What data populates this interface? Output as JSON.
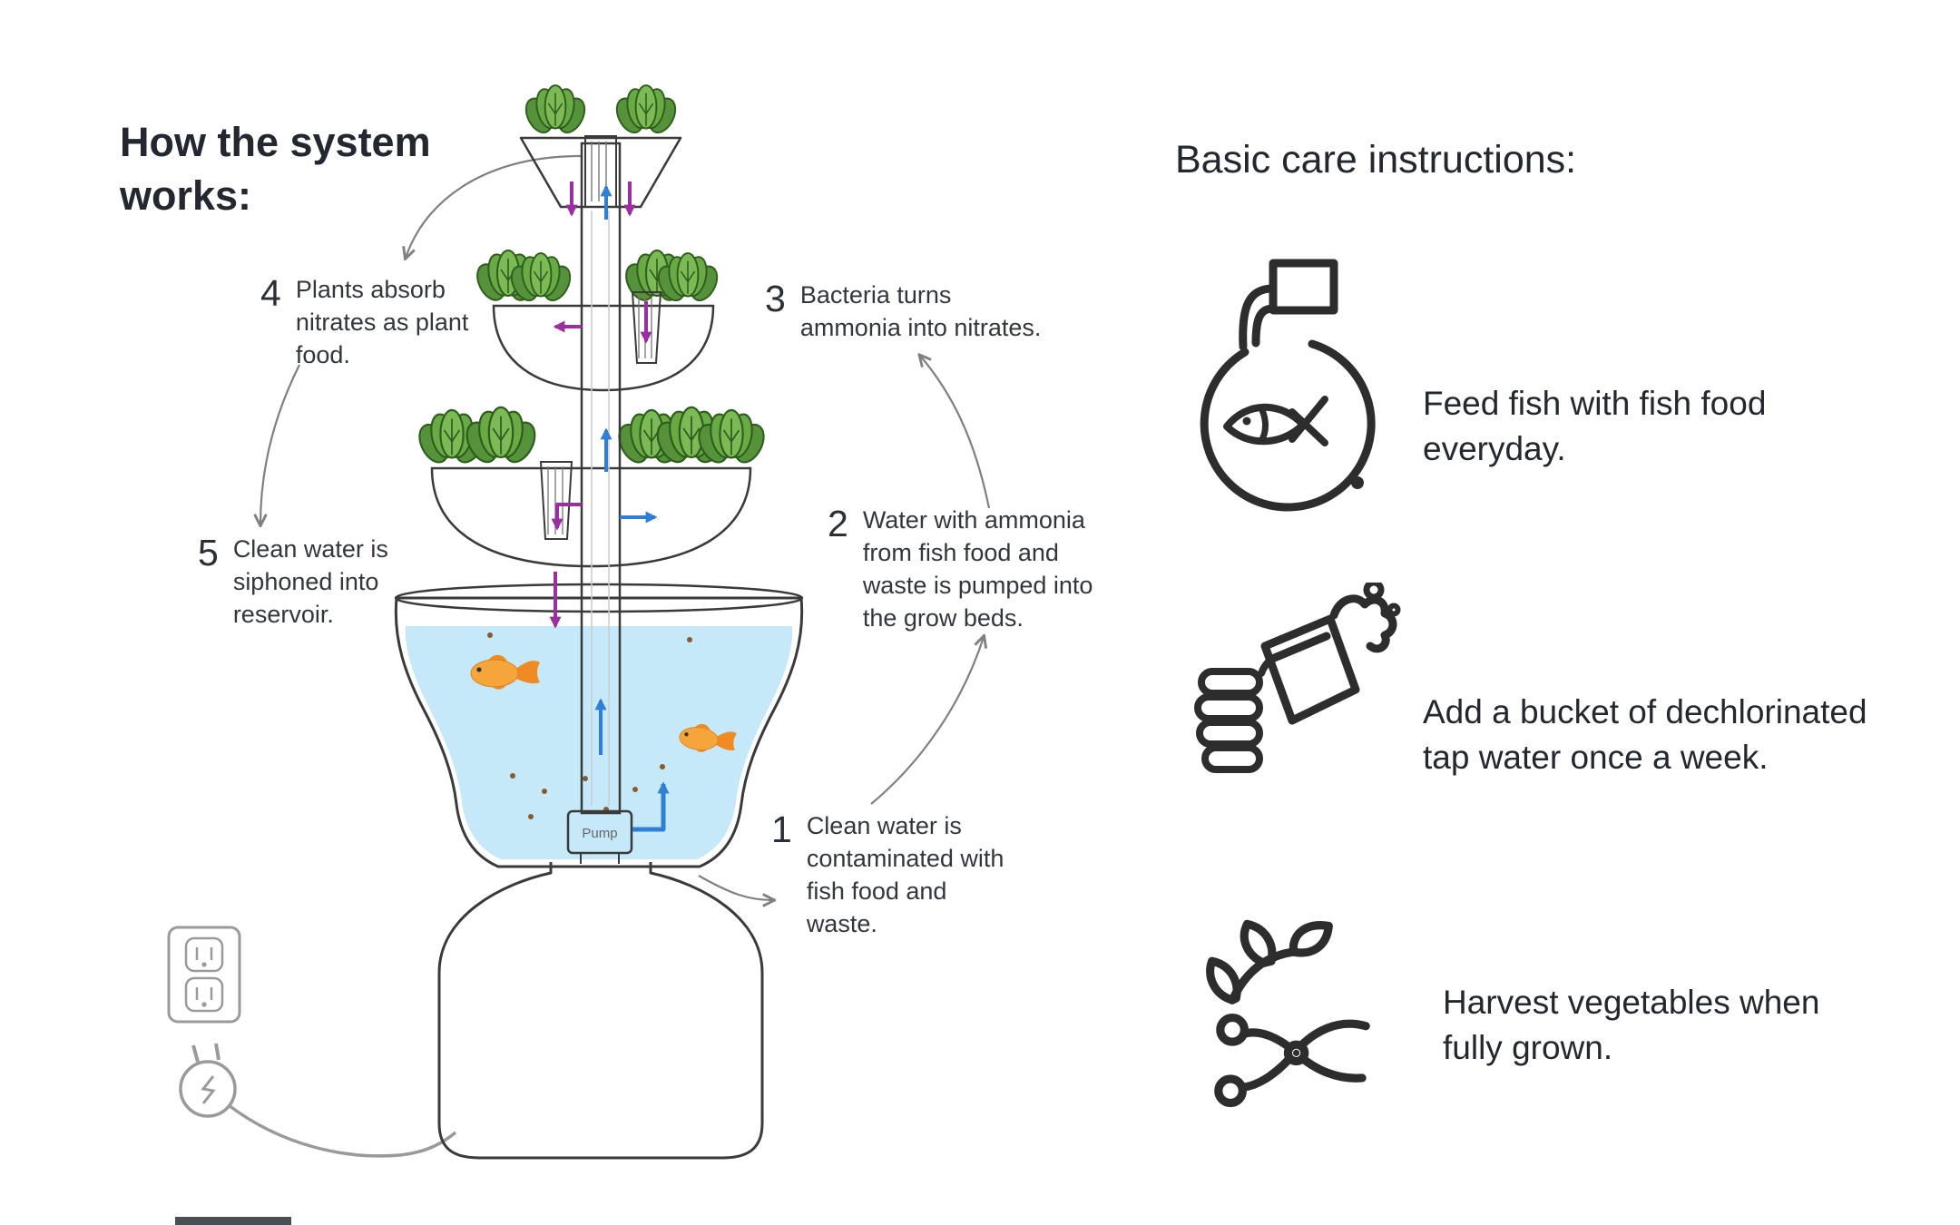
{
  "left_panel": {
    "title": "How the system\nworks:",
    "steps": [
      {
        "num": "1",
        "text": "Clean water is\ncontaminated with\nfish food and\nwaste."
      },
      {
        "num": "2",
        "text": "Water with ammonia\nfrom fish food and\nwaste is pumped into\nthe grow beds."
      },
      {
        "num": "3",
        "text": "Bacteria turns\nammonia into nitrates."
      },
      {
        "num": "4",
        "text": "Plants absorb\nnitrates as plant\nfood."
      },
      {
        "num": "5",
        "text": "Clean water is\nsiphoned into\nreservoir."
      }
    ],
    "diagram": {
      "pump_label": "Pump"
    }
  },
  "right_panel": {
    "title": "Basic care instructions:",
    "items": [
      {
        "icon": "fish-bowl-icon",
        "text": "Feed fish with fish food\neveryday."
      },
      {
        "icon": "bucket-pour-icon",
        "text": "Add a bucket of dechlorinated\ntap water once a week."
      },
      {
        "icon": "harvest-shears-icon",
        "text": "Harvest vegetables when\nfully grown."
      }
    ]
  },
  "colors": {
    "soil": "#b5835a",
    "water": "#c5e9f9",
    "plant_green": "#69aa45",
    "flow_purple": "#9a2f9e",
    "flow_blue": "#2f7fd6",
    "cycle_gray": "#808080",
    "outline_ink": "#3a3a3a",
    "icon_ink": "#2d2d2d",
    "goldfish_orange": "#f6a53b"
  }
}
